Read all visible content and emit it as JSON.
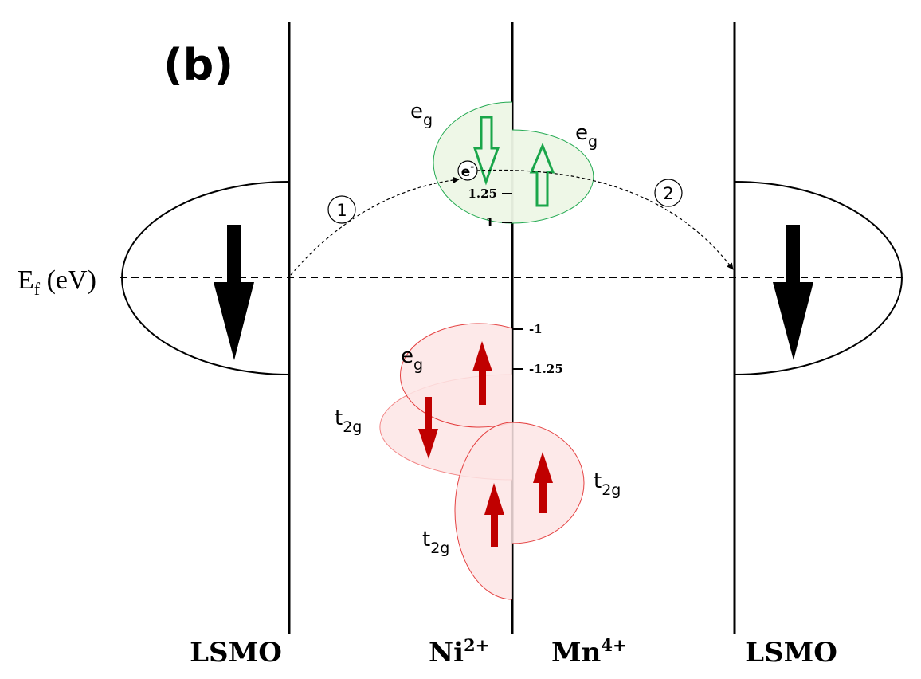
{
  "panel_label": "(b)",
  "fermi_label": {
    "main": "E",
    "sub": "f",
    "unit": " (eV)"
  },
  "bottom_labels": {
    "left": "LSMO",
    "ni": "Ni",
    "ni_sup": "2+",
    "mn": "Mn",
    "mn_sup": "4+",
    "right": "LSMO"
  },
  "orbitals": {
    "ni_eg_upper": {
      "main": "e",
      "sub": "g"
    },
    "mn_eg_upper": {
      "main": "e",
      "sub": "g"
    },
    "ni_eg_lower": {
      "main": "e",
      "sub": "g"
    },
    "ni_t2g_upper": {
      "main": "t",
      "sub": "2g"
    },
    "ni_t2g_lower": {
      "main": "t",
      "sub": "2g"
    },
    "mn_t2g": {
      "main": "t",
      "sub": "2g"
    }
  },
  "ticks": {
    "pos_125": "1.25",
    "pos_1": "1",
    "neg_1": "-1",
    "neg_125": "-1.25"
  },
  "electron": {
    "main": "e",
    "sup": "-"
  },
  "steps": {
    "one": "1",
    "two": "2"
  },
  "colors": {
    "green": "#1aa64a",
    "green_fill": "#eef7e6",
    "red": "#c00000",
    "red_line": "#e02020",
    "red_fill": "#fde6e6"
  }
}
